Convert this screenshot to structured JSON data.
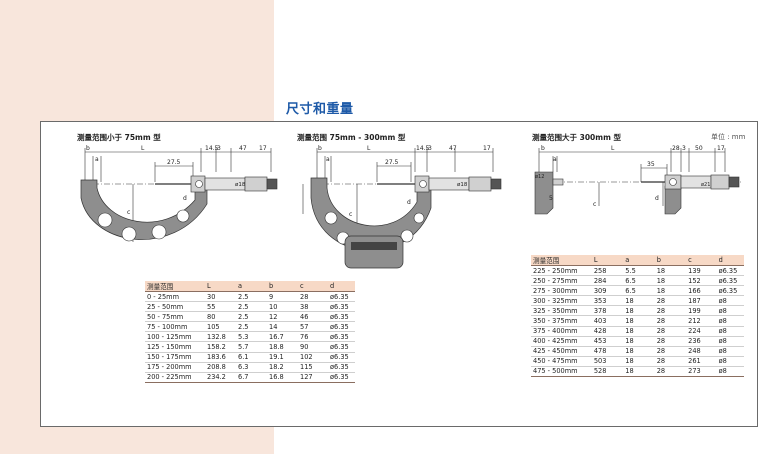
{
  "section_title": "尺寸和重量",
  "unit_label": "单位 : mm",
  "diagrams": [
    {
      "title": "测量范围小于 75mm 型",
      "labels": {
        "b": "b",
        "a": "a",
        "L": "L",
        "d1": "14.5",
        "d2": "3",
        "d3": "47",
        "d4": "17",
        "d5": "27.5",
        "c": "c",
        "d": "d",
        "phi": "ø18"
      }
    },
    {
      "title": "测量范围 75mm - 300mm 型",
      "labels": {
        "b": "b",
        "a": "a",
        "L": "L",
        "d1": "14.5",
        "d2": "3",
        "d3": "47",
        "d4": "17",
        "d5": "27.5",
        "c": "c",
        "d": "d",
        "phi": "ø18"
      }
    },
    {
      "title": "测量范围大于 300mm 型",
      "labels": {
        "b": "b",
        "a": "a",
        "L": "L",
        "d1": "28",
        "d2": "3",
        "d3": "50",
        "d4": "17",
        "d5": "35",
        "c": "c",
        "d": "d",
        "phi": "ø21",
        "phi12": "ø12",
        "five": "5"
      }
    }
  ],
  "table_headers": [
    "测量范围",
    "L",
    "a",
    "b",
    "c",
    "d"
  ],
  "table_left": [
    [
      "0 - 25mm",
      "30",
      "2.5",
      "9",
      "28",
      "ø6.35"
    ],
    [
      "25 - 50mm",
      "55",
      "2.5",
      "10",
      "38",
      "ø6.35"
    ],
    [
      "50 - 75mm",
      "80",
      "2.5",
      "12",
      "46",
      "ø6.35"
    ],
    [
      "75 - 100mm",
      "105",
      "2.5",
      "14",
      "57",
      "ø6.35"
    ],
    [
      "100 - 125mm",
      "132.8",
      "5.3",
      "16.7",
      "76",
      "ø6.35"
    ],
    [
      "125 - 150mm",
      "158.2",
      "5.7",
      "18.8",
      "90",
      "ø6.35"
    ],
    [
      "150 - 175mm",
      "183.6",
      "6.1",
      "19.1",
      "102",
      "ø6.35"
    ],
    [
      "175 - 200mm",
      "208.8",
      "6.3",
      "18.2",
      "115",
      "ø6.35"
    ],
    [
      "200 - 225mm",
      "234.2",
      "6.7",
      "16.8",
      "127",
      "ø6.35"
    ]
  ],
  "table_right": [
    [
      "225 - 250mm",
      "258",
      "5.5",
      "18",
      "139",
      "ø6.35"
    ],
    [
      "250 - 275mm",
      "284",
      "6.5",
      "18",
      "152",
      "ø6.35"
    ],
    [
      "275 - 300mm",
      "309",
      "6.5",
      "18",
      "166",
      "ø6.35"
    ],
    [
      "300 - 325mm",
      "353",
      "18",
      "28",
      "187",
      "ø8"
    ],
    [
      "325 - 350mm",
      "378",
      "18",
      "28",
      "199",
      "ø8"
    ],
    [
      "350 - 375mm",
      "403",
      "18",
      "28",
      "212",
      "ø8"
    ],
    [
      "375 - 400mm",
      "428",
      "18",
      "28",
      "224",
      "ø8"
    ],
    [
      "400 - 425mm",
      "453",
      "18",
      "28",
      "236",
      "ø8"
    ],
    [
      "425 - 450mm",
      "478",
      "18",
      "28",
      "248",
      "ø8"
    ],
    [
      "450 - 475mm",
      "503",
      "18",
      "28",
      "261",
      "ø8"
    ],
    [
      "475 - 500mm",
      "528",
      "18",
      "28",
      "273",
      "ø8"
    ]
  ]
}
